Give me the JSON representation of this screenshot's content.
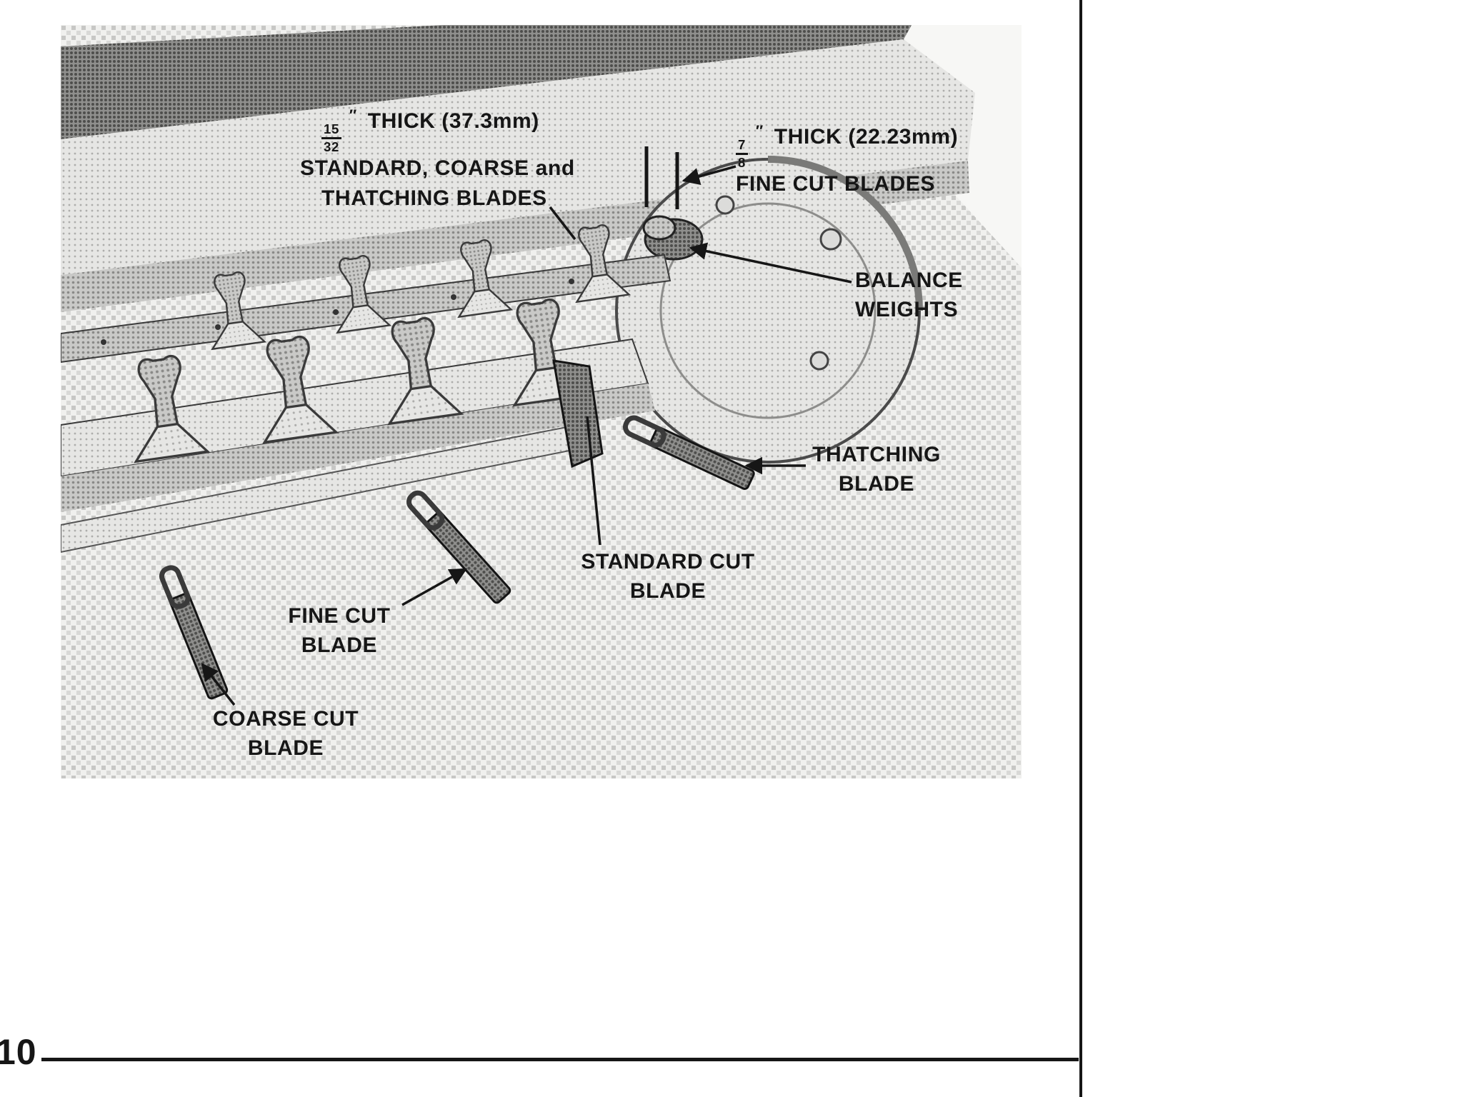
{
  "palette": {
    "ink": "#161616",
    "paper": "#ffffff",
    "halftone": "#c9c9c9"
  },
  "page": {
    "number": "10"
  },
  "figure": {
    "labels": {
      "standard_thickness": {
        "fraction_num": "15",
        "fraction_den": "32",
        "unit_mark": "″",
        "line1": "THICK (37.3mm)",
        "line2": "STANDARD, COARSE and",
        "line3": "THATCHING BLADES"
      },
      "fine_thickness": {
        "fraction_num": "7",
        "fraction_den": "8",
        "unit_mark": "″",
        "line1": "THICK (22.23mm)",
        "line2": "FINE CUT BLADES"
      },
      "balance_weights": {
        "line1": "BALANCE",
        "line2": "WEIGHTS"
      },
      "thatching_blade": {
        "line1": "THATCHING",
        "line2": "BLADE"
      },
      "standard_cut_blade": {
        "line1": "STANDARD CUT",
        "line2": "BLADE"
      },
      "fine_cut_blade": {
        "line1": "FINE CUT",
        "line2": "BLADE"
      },
      "coarse_cut_blade": {
        "line1": "COARSE CUT",
        "line2": "BLADE"
      }
    }
  }
}
